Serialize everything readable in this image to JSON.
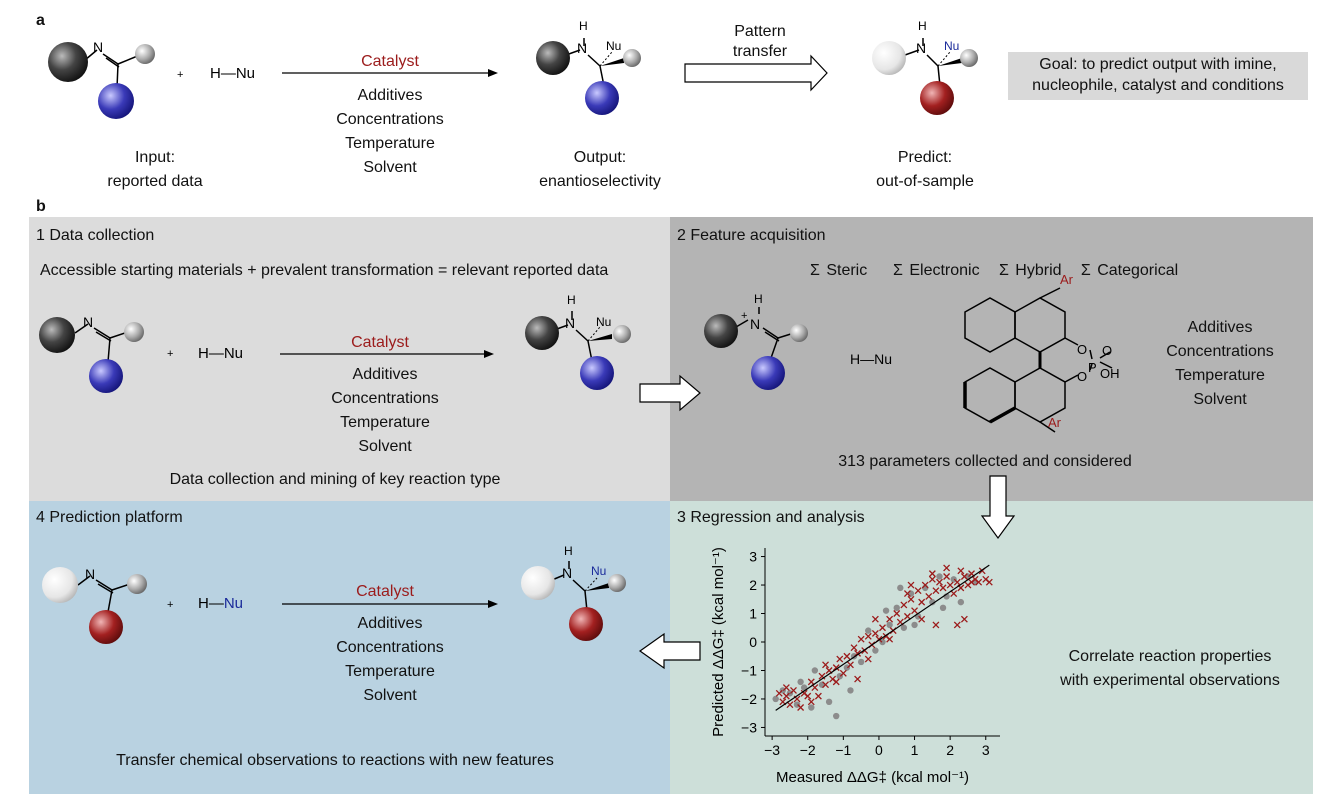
{
  "panel_a": {
    "label": "a",
    "nucleophile": "H—Nu",
    "plus": "+",
    "catalyst": "Catalyst",
    "conditions": [
      "Additives",
      "Concentrations",
      "Temperature",
      "Solvent"
    ],
    "input_label": [
      "Input:",
      "reported data"
    ],
    "output_label": [
      "Output:",
      "enantioselectivity"
    ],
    "predict_label": [
      "Predict:",
      "out-of-sample"
    ],
    "pattern_transfer": [
      "Pattern",
      "transfer"
    ],
    "goal": [
      "Goal: to predict output with imine,",
      "nucleophile, catalyst and conditions"
    ],
    "atom_N": "N",
    "atom_H": "H",
    "atom_Nu": "Nu"
  },
  "panel_b": {
    "label": "b",
    "section1": {
      "title": "1  Data collection",
      "subtitle": "Accessible starting materials + prevalent transformation = relevant reported data",
      "footer": "Data collection and mining of key reaction type"
    },
    "section2": {
      "title": "2  Feature acquisition",
      "features": [
        "Σ Steric",
        "Σ Electronic",
        "Σ Hybrid",
        "Σ Categorical"
      ],
      "nucleophile": "H—Nu",
      "conditions": [
        "Additives",
        "Concentrations",
        "Temperature",
        "Solvent"
      ],
      "footer": "313 parameters collected and considered",
      "atom_Ar": "Ar",
      "atom_O": "O",
      "atom_P": "P",
      "atom_OH": "OH",
      "charge": "+"
    },
    "section3": {
      "title": "3  Regression and analysis",
      "correlate": [
        "Correlate reaction properties",
        "with experimental observations"
      ]
    },
    "section4": {
      "title": "4  Prediction platform",
      "footer": "Transfer chemical observations to reactions with new features"
    }
  },
  "colors": {
    "catalyst_red": "#9b1b1b",
    "panel1_bg": "#dcdcdc",
    "panel2_bg": "#b4b4b4",
    "panel3_bg": "#cddfd9",
    "panel4_bg": "#b9d2e1",
    "goal_bg": "#d9d9d9",
    "blue_sphere": "#2f2fa8",
    "red_sphere": "#9b1b1b",
    "nu_blue": "#1a2a9a"
  },
  "chart_data": {
    "type": "scatter",
    "xlabel": "Measured ΔΔG‡ (kcal mol⁻¹)",
    "ylabel": "Predicted ΔΔG‡ (kcal mol⁻¹)",
    "xlim": [
      -3.2,
      3.4
    ],
    "ylim": [
      -3.3,
      3.3
    ],
    "xticks": [
      -3,
      -2,
      -1,
      0,
      1,
      2,
      3
    ],
    "yticks": [
      -3,
      -2,
      -1,
      0,
      1,
      2,
      3
    ],
    "xtick_labels": [
      "−3",
      "−2",
      "−1",
      "0",
      "1",
      "2",
      "3"
    ],
    "ytick_labels": [
      "−3",
      "−2",
      "−1",
      "0",
      "1",
      "2",
      "3"
    ],
    "fit_line": {
      "x": [
        -2.9,
        3.1
      ],
      "y": [
        -2.4,
        2.7
      ]
    },
    "series": [
      {
        "marker": "x",
        "color": "#9b1b1b",
        "points": [
          [
            -2.8,
            -1.8
          ],
          [
            -2.7,
            -2.1
          ],
          [
            -2.6,
            -1.9
          ],
          [
            -2.5,
            -2.2
          ],
          [
            -2.4,
            -1.7
          ],
          [
            -2.3,
            -2.0
          ],
          [
            -2.2,
            -2.3
          ],
          [
            -2.1,
            -1.8
          ],
          [
            -2.0,
            -1.9
          ],
          [
            -1.9,
            -2.1
          ],
          [
            -1.8,
            -1.6
          ],
          [
            -1.7,
            -1.9
          ],
          [
            -1.6,
            -1.2
          ],
          [
            -1.5,
            -1.5
          ],
          [
            -1.4,
            -1.0
          ],
          [
            -1.3,
            -1.3
          ],
          [
            -1.2,
            -0.9
          ],
          [
            -1.1,
            -0.6
          ],
          [
            -1.0,
            -1.1
          ],
          [
            -0.9,
            -0.5
          ],
          [
            -0.8,
            -0.8
          ],
          [
            -0.7,
            -0.2
          ],
          [
            -0.6,
            -0.4
          ],
          [
            -0.5,
            0.1
          ],
          [
            -0.4,
            -0.3
          ],
          [
            -0.3,
            0.2
          ],
          [
            -0.2,
            -0.1
          ],
          [
            -0.1,
            0.3
          ],
          [
            0.0,
            0.1
          ],
          [
            0.1,
            0.5
          ],
          [
            0.2,
            0.2
          ],
          [
            0.3,
            0.8
          ],
          [
            0.4,
            0.4
          ],
          [
            0.5,
            1.0
          ],
          [
            0.6,
            0.7
          ],
          [
            0.7,
            1.3
          ],
          [
            0.8,
            0.9
          ],
          [
            0.9,
            1.5
          ],
          [
            1.0,
            1.1
          ],
          [
            1.1,
            1.8
          ],
          [
            1.2,
            1.4
          ],
          [
            1.3,
            2.0
          ],
          [
            1.4,
            1.6
          ],
          [
            1.5,
            2.2
          ],
          [
            1.6,
            1.8
          ],
          [
            1.7,
            2.1
          ],
          [
            1.8,
            1.9
          ],
          [
            1.9,
            2.3
          ],
          [
            2.0,
            2.0
          ],
          [
            2.1,
            1.7
          ],
          [
            2.2,
            2.1
          ],
          [
            2.3,
            1.9
          ],
          [
            2.4,
            2.3
          ],
          [
            2.5,
            2.0
          ],
          [
            2.6,
            2.4
          ],
          [
            2.7,
            2.2
          ],
          [
            2.8,
            2.1
          ],
          [
            2.9,
            2.5
          ],
          [
            3.0,
            2.2
          ],
          [
            3.1,
            2.1
          ],
          [
            -2.6,
            -1.6
          ],
          [
            -1.9,
            -1.4
          ],
          [
            -1.2,
            -1.4
          ],
          [
            -0.3,
            -0.6
          ],
          [
            0.3,
            0.1
          ],
          [
            0.8,
            1.7
          ],
          [
            1.2,
            0.8
          ],
          [
            1.6,
            0.6
          ],
          [
            2.2,
            0.6
          ],
          [
            2.4,
            0.8
          ],
          [
            1.9,
            2.6
          ],
          [
            2.3,
            2.5
          ],
          [
            2.6,
            2.1
          ],
          [
            1.5,
            2.4
          ],
          [
            0.9,
            2.0
          ],
          [
            -0.1,
            0.8
          ],
          [
            -0.6,
            -1.3
          ],
          [
            -1.5,
            -0.8
          ]
        ]
      },
      {
        "marker": "o",
        "color": "#8c8c8c",
        "points": [
          [
            -2.9,
            -2.0
          ],
          [
            -2.7,
            -1.7
          ],
          [
            -2.5,
            -1.8
          ],
          [
            -2.3,
            -2.2
          ],
          [
            -2.1,
            -1.6
          ],
          [
            -1.9,
            -2.3
          ],
          [
            -1.6,
            -1.5
          ],
          [
            -1.4,
            -2.1
          ],
          [
            -1.2,
            -2.6
          ],
          [
            -1.1,
            -1.2
          ],
          [
            -0.9,
            -0.9
          ],
          [
            -0.7,
            -0.5
          ],
          [
            -0.5,
            -0.7
          ],
          [
            -0.3,
            0.4
          ],
          [
            -0.1,
            -0.3
          ],
          [
            0.1,
            0.0
          ],
          [
            0.3,
            0.6
          ],
          [
            0.5,
            1.2
          ],
          [
            0.7,
            0.5
          ],
          [
            0.9,
            1.7
          ],
          [
            1.1,
            0.9
          ],
          [
            1.3,
            1.9
          ],
          [
            1.5,
            1.4
          ],
          [
            1.7,
            2.3
          ],
          [
            1.9,
            1.6
          ],
          [
            2.1,
            2.2
          ],
          [
            2.3,
            1.4
          ],
          [
            2.5,
            2.3
          ],
          [
            2.7,
            2.1
          ],
          [
            0.6,
            1.9
          ],
          [
            0.2,
            1.1
          ],
          [
            -0.8,
            -1.7
          ],
          [
            -1.8,
            -1.0
          ],
          [
            -2.2,
            -1.4
          ],
          [
            1.0,
            0.6
          ],
          [
            1.8,
            1.2
          ]
        ]
      }
    ]
  }
}
